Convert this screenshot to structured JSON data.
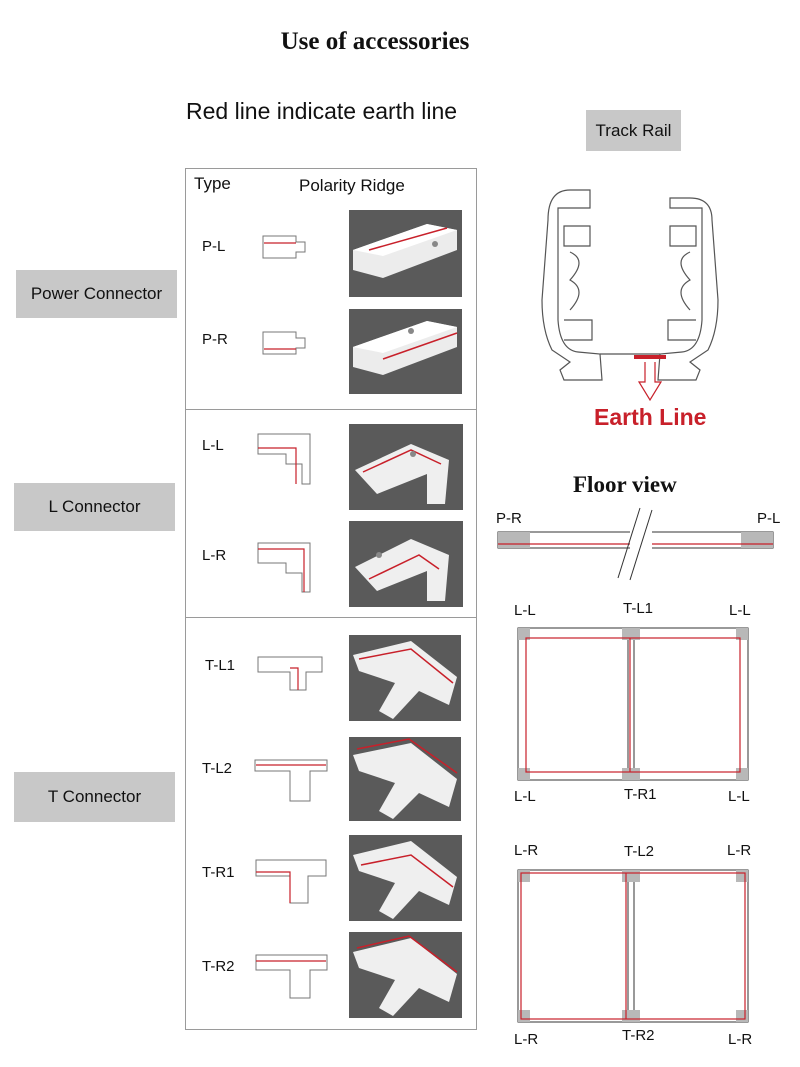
{
  "title": "Use of accessories",
  "subtitle": "Red line indicate earth line",
  "table": {
    "header_type": "Type",
    "header_ridge": "Polarity Ridge",
    "groups": [
      {
        "name": "Power Connector",
        "types": [
          "P-L",
          "P-R"
        ]
      },
      {
        "name": "L Connector",
        "types": [
          "L-L",
          "L-R"
        ]
      },
      {
        "name": "T Connector",
        "types": [
          "T-L1",
          "T-L2",
          "T-R1",
          "T-R2"
        ]
      }
    ]
  },
  "track_rail": {
    "label": "Track Rail",
    "earth_line": "Earth Line"
  },
  "floor_view": {
    "title": "Floor view",
    "strip_left": "P-R",
    "strip_right": "P-L",
    "grid_top": {
      "top_left": "L-L",
      "top_mid": "T-L1",
      "top_right": "L-L",
      "bottom_left": "L-L",
      "bottom_mid": "T-R1",
      "bottom_right": "L-L"
    },
    "grid_bottom": {
      "top_left": "L-R",
      "top_mid": "T-L2",
      "top_right": "L-R",
      "bottom_left": "L-R",
      "bottom_mid": "T-R2",
      "bottom_right": "L-R"
    }
  },
  "colors": {
    "earth": "#c8202a",
    "tag_bg": "#c8c8c8",
    "photo_bg": "#5a5a5a",
    "corner": "#b8b8b8"
  }
}
